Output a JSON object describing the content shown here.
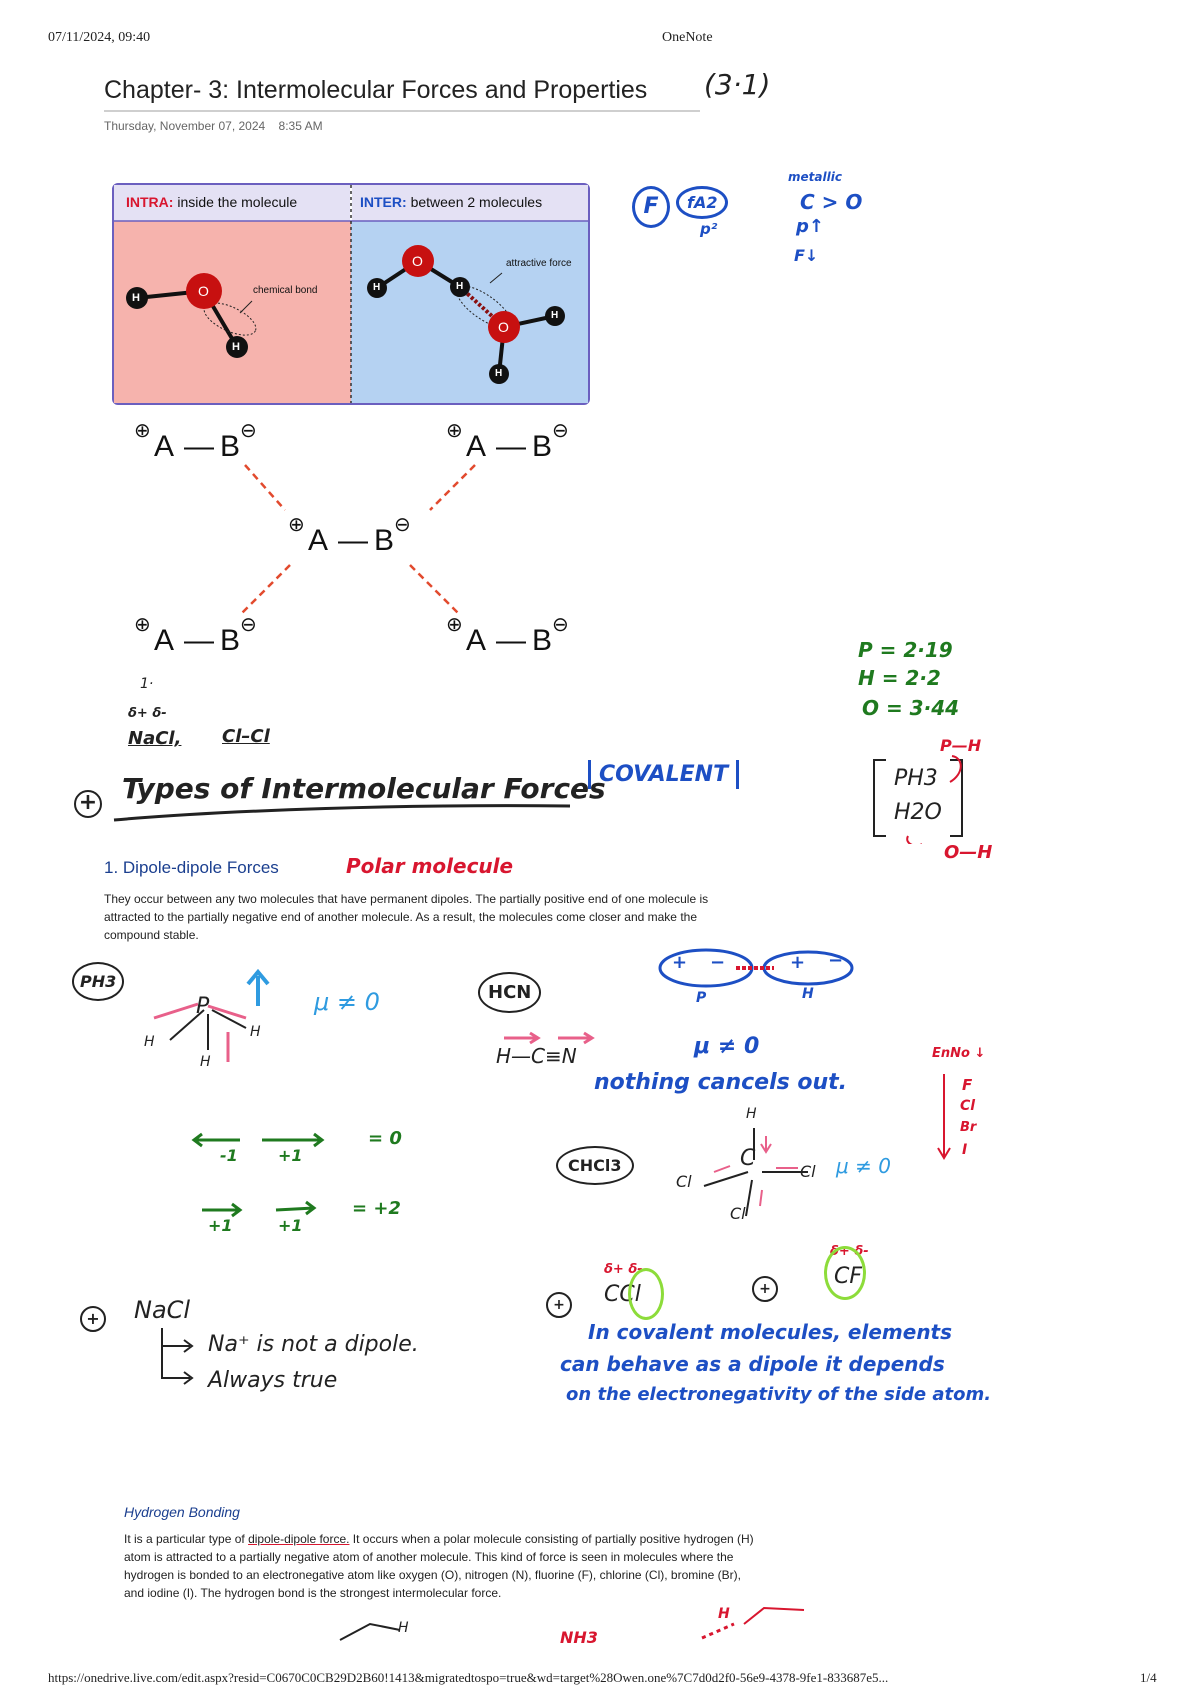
{
  "browser_header": {
    "datetime": "07/11/2024, 09:40",
    "app": "OneNote"
  },
  "page": {
    "title": "Chapter- 3: Intermolecular Forces and Properties",
    "title_annotation": "(3·1)",
    "date": "Thursday, November 07, 2024",
    "time": "8:35 AM"
  },
  "diagram": {
    "intra_keyword": "INTRA:",
    "intra_text": "inside the molecule",
    "inter_keyword": "INTER:",
    "inter_text": "between 2 molecules",
    "chemical_bond_label": "chemical bond",
    "attractive_force_label": "attractive force",
    "atom_o": "O",
    "atom_h": "H",
    "dipole_a": "A",
    "dipole_b": "B",
    "dipole_dash": "—",
    "plus": "⊕",
    "minus": "⊖"
  },
  "notes": {
    "f_annot": "F",
    "fa2": "fA2",
    "p2": "p²",
    "metallic": "metallic",
    "c_gt_o": "C > O",
    "p_up": "p↑",
    "f_down": "F↓",
    "small_i": "1·",
    "delta_pair": "δ+ δ-",
    "nacl": "NaCl,",
    "clcl": "Cl–Cl",
    "electroneg_p": "P = 2·19",
    "electroneg_h": "H = 2·2",
    "electroneg_o": "O = 3·44",
    "ph_bond": "P—H",
    "ph3": "PH3",
    "h2o": "H2O",
    "oh_bond": "O—H",
    "types_heading": "Types of Intermolecular Forces",
    "covalent": "COVALENT",
    "polar_molecule": "Polar molecule",
    "ph3_label": "PH3",
    "mu_ne_0": "μ ≠ 0",
    "hcn_label": "HCN",
    "hcn_structure": "H—C≡N",
    "mu_ne_0_2": "μ ≠ 0",
    "nothing_cancels": "nothing cancels out.",
    "dipole_p": "P",
    "dipole_h": "H",
    "eneg_decrease": "EnNo ↓",
    "halogen_f": "F",
    "halogen_cl": "Cl",
    "halogen_br": "Br",
    "halogen_i": "I",
    "vec_sum_1": "= 0",
    "vec_minus1": "-1",
    "vec_plus1": "+1",
    "vec_plus1_b": "+1",
    "vec_plus1_c": "+1",
    "vec_sum_2": "= +2",
    "chcl3_label": "CHCl3",
    "chcl3_c": "C",
    "chcl3_h": "H",
    "chcl3_cl": "Cl",
    "mu_ne_0_3": "μ ≠ 0",
    "nacl_heading": "NaCl",
    "na_plus_line": "Na⁺ is not a dipole.",
    "always_true": "Always true",
    "ccl": "CCl",
    "ccl_delta": "δ+ δ-",
    "cf": "CF",
    "cf_delta": "δ+ δ-",
    "covalent_note_1": "In covalent molecules, elements",
    "covalent_note_2": "can behave as a dipole it depends",
    "covalent_note_3": "on the electronegativity of the side atom.",
    "nh3_bottom": "NH3",
    "bottom_h": "H"
  },
  "dipole_section": {
    "heading": "1. Dipole-dipole Forces",
    "paragraph": "They occur between any two molecules that have permanent dipoles. The partially positive end of one molecule is attracted to the partially negative end of another molecule. As a result, the molecules come closer and make the compound stable."
  },
  "hbond_section": {
    "heading": "Hydrogen Bonding",
    "para_before": "It is a particular type of ",
    "para_link": "dipole-dipole force.",
    "para_after": " It occurs when a polar molecule consisting of partially positive hydrogen (H) atom is attracted to a partially negative atom of another molecule. This kind of force is seen in molecules where the hydrogen is bonded to an electronegative atom like oxygen (O), nitrogen (N), fluorine (F), chlorine (Cl), bromine (Br), and iodine (I). The hydrogen bond is the strongest intermolecular force."
  },
  "footer": {
    "url": "https://onedrive.live.com/edit.aspx?resid=C0670C0CB29D2B60!1413&migratedtospo=true&wd=target%28Owen.one%7C7d0d2f0-56e9-4378-9fe1-833687e5...",
    "page_num": "1/4"
  },
  "colors": {
    "ink_blue": "#1d4fc4",
    "ink_green": "#1f7a1f",
    "ink_red": "#d8162f",
    "ink_pink": "#e8608a",
    "intra_bg": "#f6b3ad",
    "inter_bg": "#b5d2f2",
    "panel_border": "#6b5fbf",
    "highlight_green": "#8ddc3a"
  }
}
